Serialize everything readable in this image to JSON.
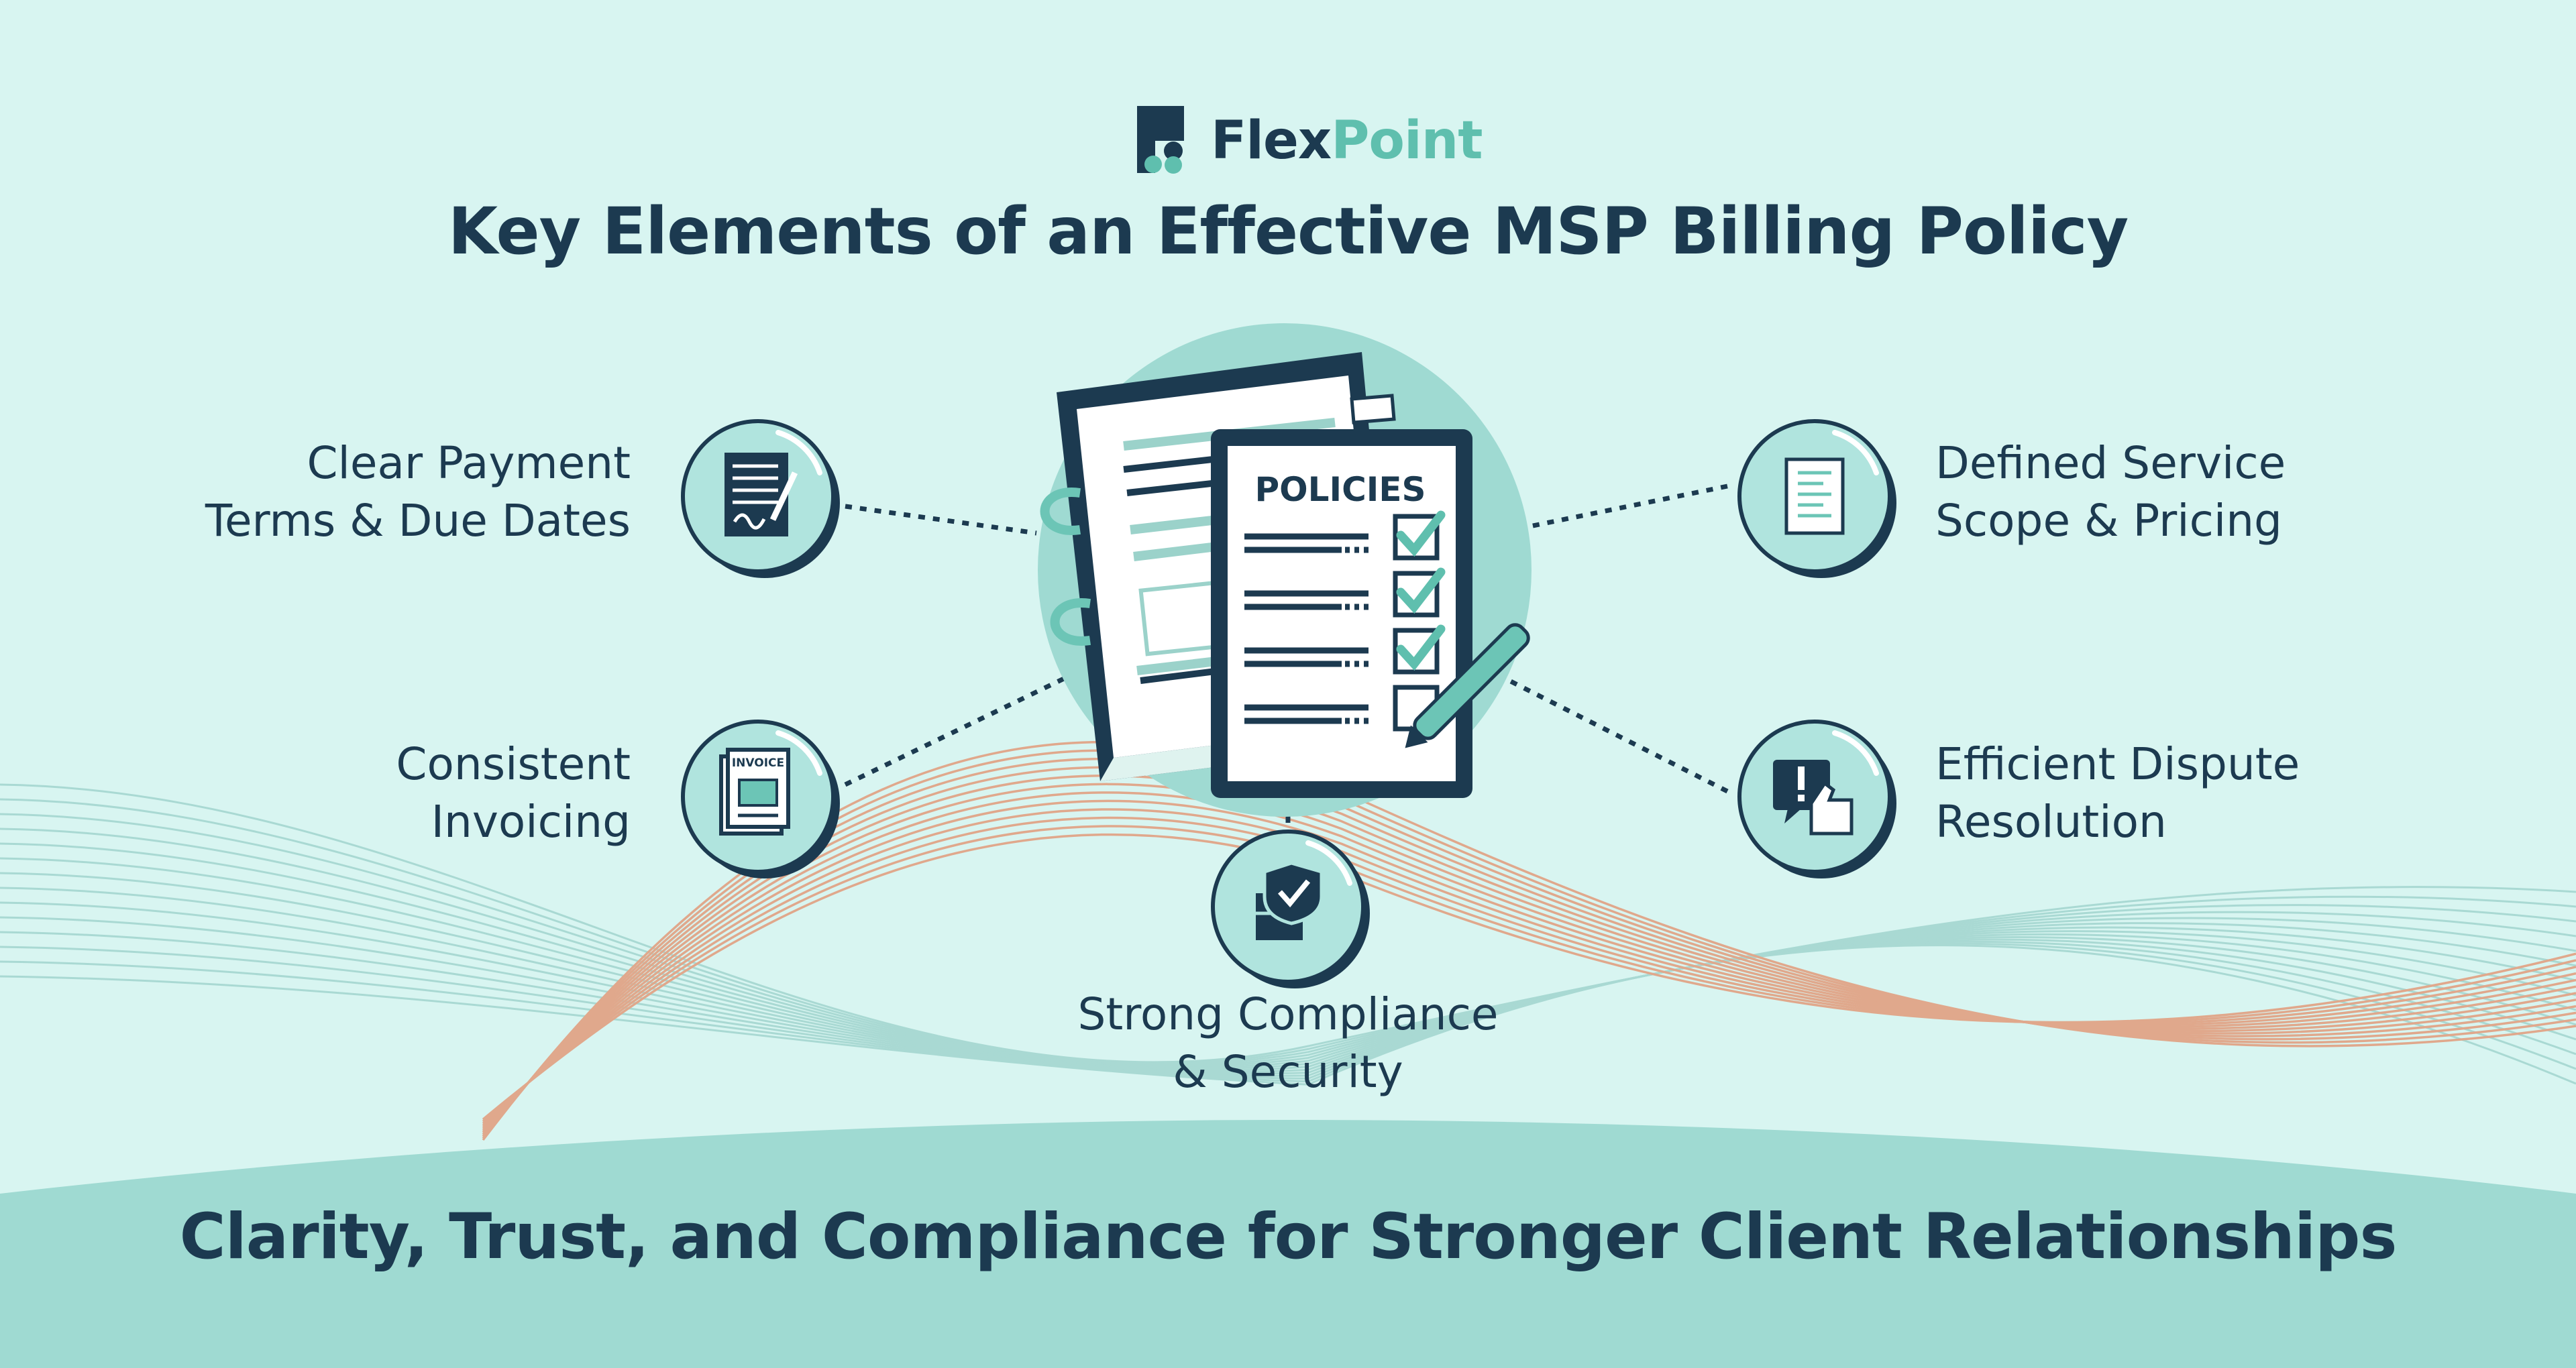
{
  "brand": {
    "name_part1": "Flex",
    "name_part2": "Point",
    "logo_icon": "flexpoint-logo-icon",
    "colors": {
      "navy": "#1c3a50",
      "teal": "#5fbfae"
    }
  },
  "title": "Key Elements of an Effective MSP Billing Policy",
  "center": {
    "clipboard_heading": "POLICIES",
    "invoice_word": "INVOICE"
  },
  "elements": [
    {
      "id": "payment-terms",
      "label": "Clear Payment\nTerms & Due Dates",
      "icon": "signed-contract-icon"
    },
    {
      "id": "invoicing",
      "label": "Consistent\nInvoicing",
      "icon": "invoice-stack-icon"
    },
    {
      "id": "compliance",
      "label": "Strong Compliance\n& Security",
      "icon": "shield-server-icon"
    },
    {
      "id": "service-scope",
      "label": "Defined Service\nScope & Pricing",
      "icon": "document-icon"
    },
    {
      "id": "dispute",
      "label": "Efficient Dispute\nResolution",
      "icon": "alert-thumbs-up-icon"
    }
  ],
  "footer": "Clarity, Trust, and Compliance for Stronger Client Relationships",
  "colors": {
    "background": "#d8f5f1",
    "hill": "#9fdad2",
    "circle_fill": "#b0e4de",
    "dark": "#1c3a50",
    "accent_orange": "#e0a88c",
    "wave_teal": "#a9d9d3"
  }
}
